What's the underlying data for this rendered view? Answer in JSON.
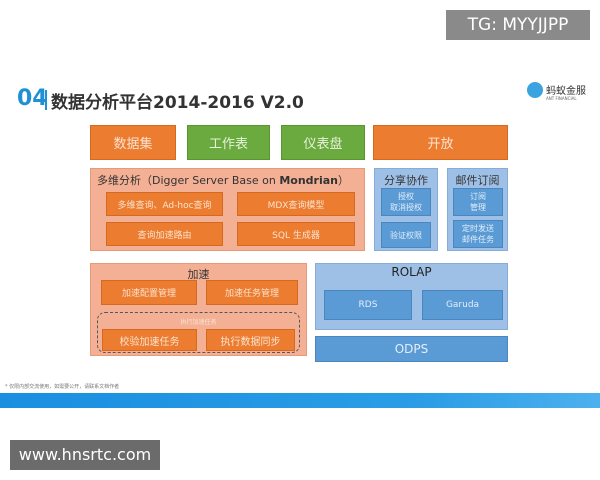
{
  "watermark_top": "TG: MYYJJPP",
  "watermark_bottom": "www.hnsrtc.com",
  "header": {
    "number": "04",
    "title": "数据分析平台2014-2016 V2.0",
    "logo_text": "蚂蚁金服",
    "logo_sub": "ANT FINANCIAL"
  },
  "top_row": [
    "数据集",
    "工作表",
    "仪表盘",
    "开放"
  ],
  "multidim": {
    "title": "多维分析（Digger Server Base on ",
    "title_bold": "Mondrian",
    "title_end": "）",
    "items": [
      "多维查询、Ad-hoc查询",
      "MDX查询模型",
      "查询加速路由",
      "SQL 生成器"
    ]
  },
  "share": {
    "title": "分享协作",
    "items": [
      "授权\n取消授权",
      "验证权限"
    ]
  },
  "mail": {
    "title": "邮件订阅",
    "items": [
      "订阅\n管理",
      "定时发送\n邮件任务"
    ]
  },
  "accel": {
    "title": "加速",
    "items": [
      "加速配置管理",
      "加速任务管理"
    ],
    "group_label": "执行加速任务",
    "group_items": [
      "校验加速任务",
      "执行数据同步"
    ]
  },
  "rolap": {
    "title": "ROLAP",
    "items": [
      "RDS",
      "Garuda"
    ]
  },
  "odps": "ODPS",
  "footnote": "* 仅限内部交流使用，如需要公开，请联系文档作者",
  "colors": {
    "orange": "#ec7c30",
    "green": "#6aaa3e",
    "blue": "#5b9bd5",
    "title_blue": "#1f8fd6"
  }
}
